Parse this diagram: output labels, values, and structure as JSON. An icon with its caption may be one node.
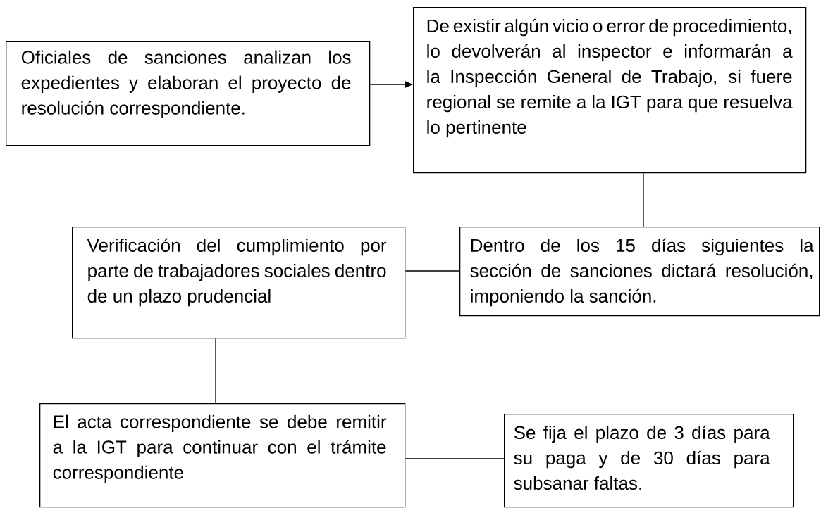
{
  "diagram": {
    "nodes": [
      {
        "text": [
          "Oficiales de sanciones analizan los expedientes y elaboran el proyecto de resolución correspondiente."
        ]
      },
      {
        "text": [
          "De existir algún vicio o error de procedimiento, lo devolverán al inspector e informarán a la Inspección General de Trabajo, si fuere regional se remite a la IGT para que resuelva lo pertinente"
        ]
      },
      {
        "text": [
          "Verificación del cumplimiento por parte de trabajadores sociales dentro de un plazo prudencial"
        ]
      },
      {
        "text": [
          "Dentro de los 15 días siguientes la sección de sanciones dictará resolución, imponiendo la sanción."
        ]
      },
      {
        "text": [
          "El acta correspondiente se debe remitir a la IGT para continuar con el trámite correspondiente"
        ]
      },
      {
        "text": [
          "Se fija el plazo de 3 días para su paga y de 30 días para subsanar faltas."
        ]
      }
    ],
    "edges": [
      {
        "from": 0,
        "to": 1,
        "arrow": "to"
      },
      {
        "from": 1,
        "to": 3,
        "arrow": "none"
      },
      {
        "from": 3,
        "to": 2,
        "arrow": "none"
      },
      {
        "from": 2,
        "to": 4,
        "arrow": "none"
      },
      {
        "from": 4,
        "to": 5,
        "arrow": "none"
      }
    ]
  }
}
